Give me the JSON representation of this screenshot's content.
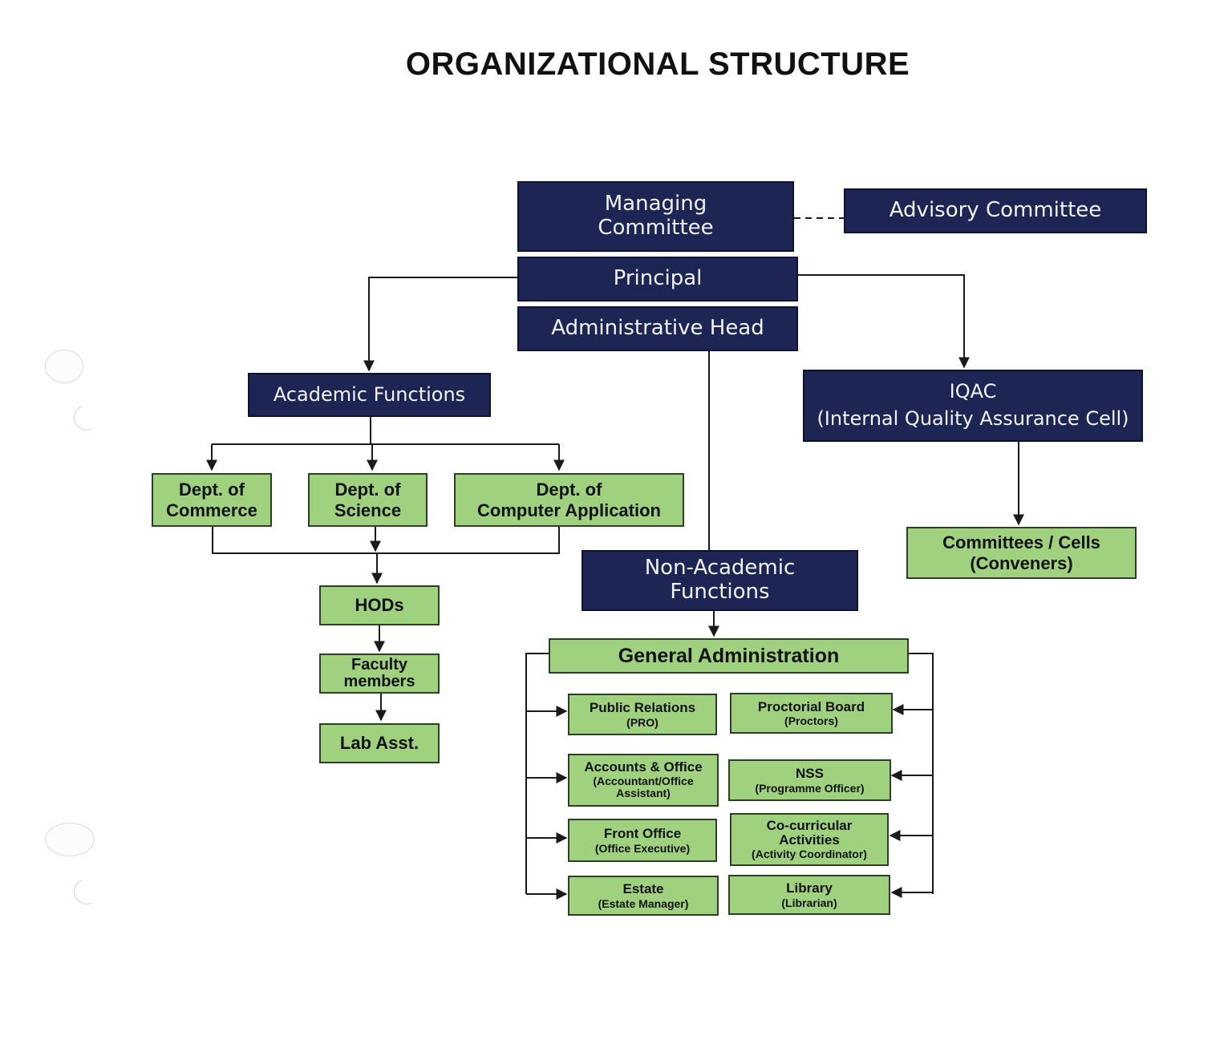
{
  "title": "ORGANIZATIONAL STRUCTURE",
  "nodes": {
    "managing_committee": {
      "l1": "Managing",
      "l2": "Committee"
    },
    "advisory_committee": {
      "l1": "Advisory Committee"
    },
    "principal": {
      "l1": "Principal"
    },
    "administrative_head": {
      "l1": "Administrative Head"
    },
    "academic_functions": {
      "l1": "Academic Functions"
    },
    "iqac": {
      "l1": "IQAC",
      "l2": "(Internal Quality Assurance Cell)"
    },
    "dept_commerce": {
      "l1": "Dept. of",
      "l2": "Commerce"
    },
    "dept_science": {
      "l1": "Dept. of",
      "l2": "Science"
    },
    "dept_computer_application": {
      "l1": "Dept. of",
      "l2": "Computer Application"
    },
    "committees_cells": {
      "l1": "Committees / Cells",
      "l2": "(Conveners)"
    },
    "hods": {
      "l1": "HODs"
    },
    "faculty_members": {
      "l1": "Faculty",
      "l2": "members"
    },
    "lab_asst": {
      "l1": "Lab Asst."
    },
    "non_academic_functions": {
      "l1": "Non-Academic",
      "l2": "Functions"
    },
    "general_administration": {
      "l1": "General Administration"
    },
    "public_relations": {
      "l1": "Public Relations",
      "l2": "(PRO)"
    },
    "proctorial_board": {
      "l1": "Proctorial Board",
      "l2": "(Proctors)"
    },
    "accounts_office": {
      "l1": "Accounts & Office",
      "l2": "(Accountant/Office Assistant)"
    },
    "nss": {
      "l1": "NSS",
      "l2": "(Programme Officer)"
    },
    "front_office": {
      "l1": "Front Office",
      "l2": "(Office Executive)"
    },
    "co_curricular": {
      "l1": "Co-curricular",
      "l1b": "Activities",
      "l2": "(Activity Coordinator)"
    },
    "estate": {
      "l1": "Estate",
      "l2": "(Estate Manager)"
    },
    "library": {
      "l1": "Library",
      "l2": "(Librarian)"
    }
  },
  "colors": {
    "navy_box": "#1c2553",
    "green_box": "#9fd17f",
    "connector": "#1a1a1a"
  }
}
